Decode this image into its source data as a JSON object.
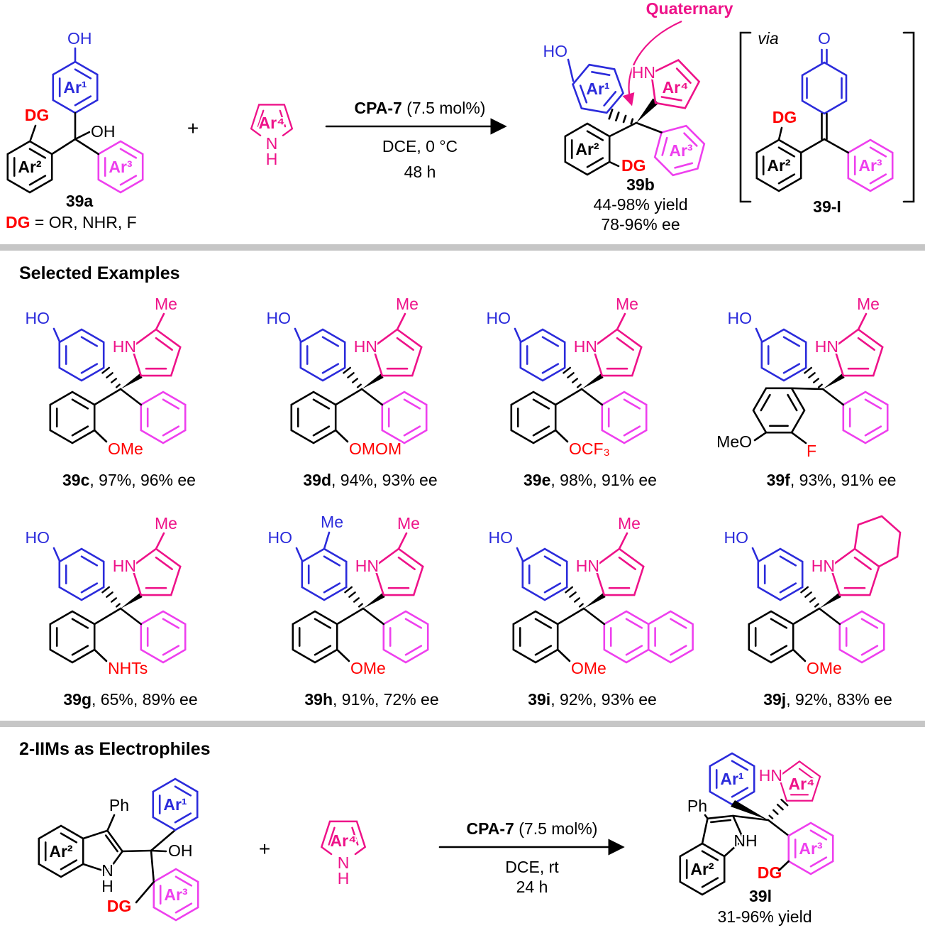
{
  "colors": {
    "blue": "#2B2BDB",
    "pink": "#EE1289",
    "magenta": "#EE3FEE",
    "red": "#FF0000",
    "black": "#000000",
    "divider": "#C6C6C6"
  },
  "scheme1": {
    "substrate": {
      "oh_top": "OH",
      "ar1": "Ar¹",
      "dg": "DG",
      "ar2": "Ar²",
      "oh": "OH",
      "ar3": "Ar³",
      "label": "39a",
      "dg_def_name": "DG",
      "dg_def_rest": " = OR, NHR, F"
    },
    "plus": "+",
    "nucleophile": {
      "ar4": "Ar⁴",
      "n": "N",
      "h": "H"
    },
    "conditions": {
      "catalyst": "CPA-7",
      "catalyst_loading": " (7.5 mol%)",
      "solvent_temp": "DCE, 0 °C",
      "time": "48 h"
    },
    "product": {
      "annotation": "Quaternary",
      "ho": "HO",
      "ar1": "Ar¹",
      "hn": "HN",
      "ar4": "Ar⁴",
      "ar2": "Ar²",
      "dg": "DG",
      "ar3": "Ar³",
      "label": "39b",
      "yield": "44-98% yield",
      "ee": "78-96% ee"
    },
    "intermediate": {
      "via": "via",
      "o": "O",
      "dg": "DG",
      "ar2": "Ar²",
      "ar3": "Ar³",
      "label": "39-I"
    }
  },
  "examples": {
    "header": "Selected Examples",
    "items": [
      {
        "id": "39c",
        "result": ", 97%, 96% ee",
        "ho": "HO",
        "hn": "HN",
        "me": "Me",
        "sub": "OMe"
      },
      {
        "id": "39d",
        "result": ", 94%, 93% ee",
        "ho": "HO",
        "hn": "HN",
        "me": "Me",
        "sub": "OMOM"
      },
      {
        "id": "39e",
        "result": ", 98%, 91% ee",
        "ho": "HO",
        "hn": "HN",
        "me": "Me",
        "sub": "OCF₃"
      },
      {
        "id": "39f",
        "result": ", 93%, 91% ee",
        "ho": "HO",
        "hn": "HN",
        "me": "Me",
        "meo": "MeO",
        "sub": "F"
      },
      {
        "id": "39g",
        "result": ", 65%, 89% ee",
        "ho": "HO",
        "hn": "HN",
        "me": "Me",
        "sub": "NHTs"
      },
      {
        "id": "39h",
        "result": ", 91%, 72% ee",
        "ho": "HO",
        "hn": "HN",
        "me": "Me",
        "ring_me": "Me",
        "sub": "OMe"
      },
      {
        "id": "39i",
        "result": ", 92%, 93% ee",
        "ho": "HO",
        "hn": "HN",
        "me": "Me",
        "sub": "OMe"
      },
      {
        "id": "39j",
        "result": ", 92%, 83% ee",
        "ho": "HO",
        "hn": "HN",
        "sub": "OMe"
      }
    ]
  },
  "scheme2": {
    "header": "2-IIMs as Electrophiles",
    "substrate": {
      "ph": "Ph",
      "ar1": "Ar¹",
      "ar2": "Ar²",
      "oh": "OH",
      "n": "N",
      "h": "H",
      "dg": "DG",
      "ar3": "Ar³"
    },
    "plus": "+",
    "nucleophile": {
      "ar4": "Ar⁴",
      "n": "N",
      "h": "H"
    },
    "conditions": {
      "catalyst": "CPA-7",
      "catalyst_loading": " (7.5 mol%)",
      "solvent_temp": "DCE, rt",
      "time": "24 h"
    },
    "product": {
      "ph": "Ph",
      "ar1": "Ar¹",
      "hn": "HN",
      "ar4": "Ar⁴",
      "ar2": "Ar²",
      "nh": "NH",
      "dg": "DG",
      "ar3": "Ar³",
      "label": "39l",
      "yield": "31-96% yield"
    }
  }
}
